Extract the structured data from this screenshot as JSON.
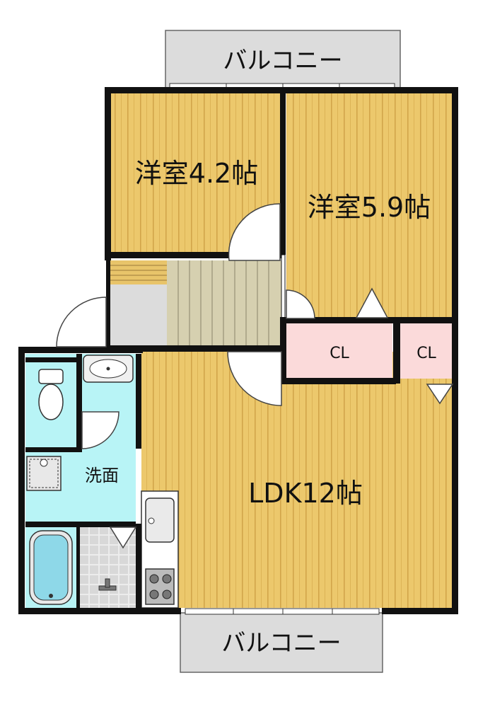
{
  "floorplan": {
    "balcony_top": "バルコニー",
    "balcony_bottom": "バルコニー",
    "rooms": {
      "western_room_1": "洋室4.2帖",
      "western_room_2": "洋室5.9帖",
      "ldk": "LDK12帖",
      "washroom": "洗面",
      "closet_1": "CL",
      "closet_2": "CL"
    },
    "colors": {
      "floor_wood": "#e8c46a",
      "floor_wood_stripe": "#d9ae4c",
      "wet_area": "#b8f4f6",
      "closet": "#fbdada",
      "balcony": "#dcdcdc",
      "stairs": "#d6d0b0",
      "entry": "#dcdcdc",
      "wall": "#111111"
    }
  }
}
